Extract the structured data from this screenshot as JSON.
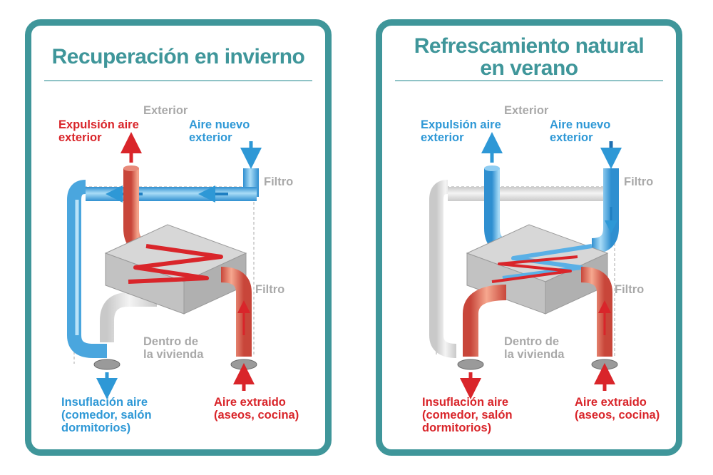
{
  "winter": {
    "title": "Recuperación en invierno",
    "exterior": "Exterior",
    "expulsion": [
      "Expulsión aire",
      "exterior"
    ],
    "aire_nuevo": [
      "Aire nuevo",
      "exterior"
    ],
    "filtro_top": "Filtro",
    "filtro_mid": "Filtro",
    "dentro": [
      "Dentro de",
      "la vivienda"
    ],
    "insuflacion": [
      "Insuflación aire",
      "(comedor, salón",
      "dormitorios)"
    ],
    "extraido": [
      "Aire extraido",
      "(aseos, cocina)"
    ]
  },
  "summer": {
    "title": [
      "Refrescamiento natural",
      "en verano"
    ],
    "exterior": "Exterior",
    "expulsion": [
      "Expulsión aire",
      "exterior"
    ],
    "aire_nuevo": [
      "Aire nuevo",
      "exterior"
    ],
    "filtro_top": "Filtro",
    "filtro_mid": "Filtro",
    "dentro": [
      "Dentro de",
      "la vivienda"
    ],
    "insuflacion": [
      "Insuflación aire",
      "(comedor, salón",
      "dormitorios)"
    ],
    "extraido": [
      "Aire extraido",
      "(aseos, cocina)"
    ]
  },
  "colors": {
    "frame": "#3f969a",
    "cold": "#2e98d6",
    "warm": "#d9252a",
    "muted": "#a9a9a9"
  }
}
